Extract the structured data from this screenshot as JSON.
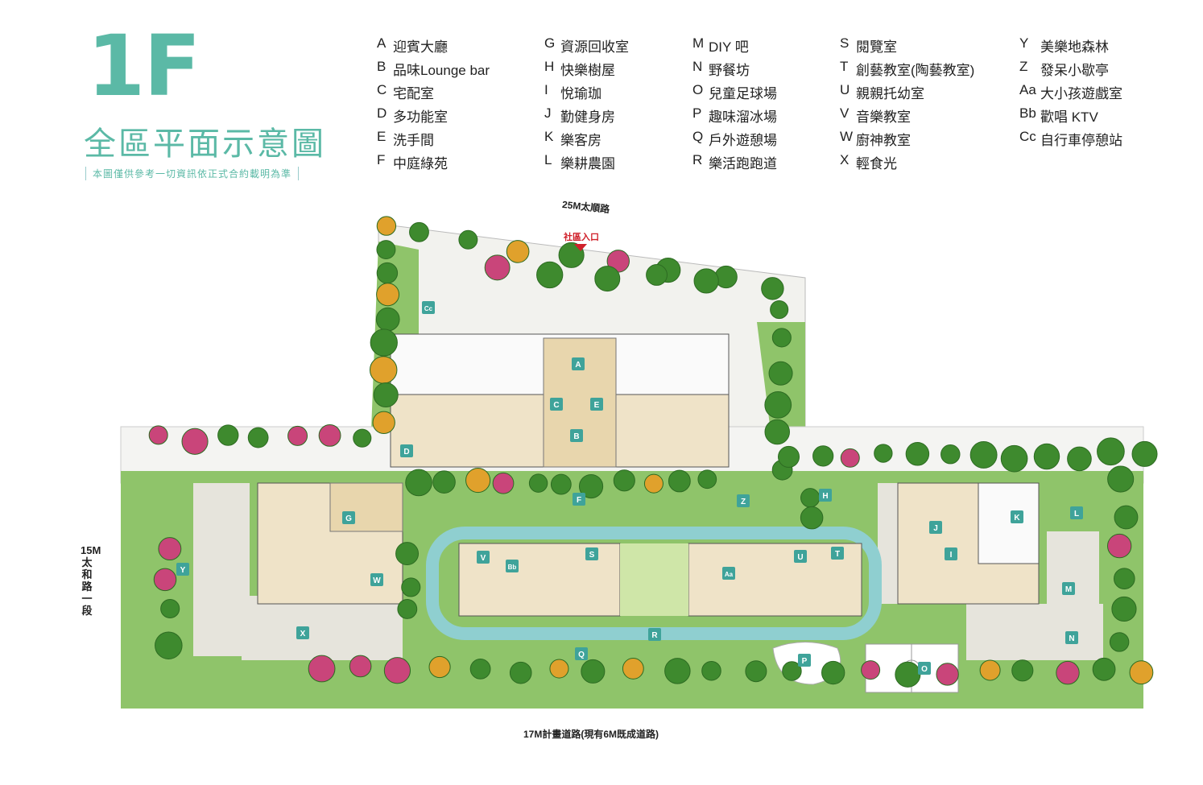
{
  "header": {
    "floor": "1F",
    "title": "全區平面示意圖",
    "disclaimer": "本圖僅供參考一切資訊依正式合約載明為準"
  },
  "legend": [
    [
      {
        "k": "A",
        "v": "迎賓大廳"
      },
      {
        "k": "B",
        "v": "品味Lounge bar"
      },
      {
        "k": "C",
        "v": "宅配室"
      },
      {
        "k": "D",
        "v": "多功能室"
      },
      {
        "k": "E",
        "v": "洗手間"
      },
      {
        "k": "F",
        "v": "中庭綠苑"
      }
    ],
    [
      {
        "k": "G",
        "v": "資源回收室"
      },
      {
        "k": "H",
        "v": "快樂樹屋"
      },
      {
        "k": "I",
        "v": "悅瑜珈"
      },
      {
        "k": "J",
        "v": "勤健身房"
      },
      {
        "k": "K",
        "v": "樂客房"
      },
      {
        "k": "L",
        "v": "樂耕農園"
      }
    ],
    [
      {
        "k": "M",
        "v": "DIY 吧"
      },
      {
        "k": "N",
        "v": "野餐坊"
      },
      {
        "k": "O",
        "v": "兒童足球場"
      },
      {
        "k": "P",
        "v": "趣味溜冰場"
      },
      {
        "k": "Q",
        "v": "戶外遊憩場"
      },
      {
        "k": "R",
        "v": "樂活跑跑道"
      }
    ],
    [
      {
        "k": "S",
        "v": "閱覽室"
      },
      {
        "k": "T",
        "v": "創藝教室(陶藝教室)"
      },
      {
        "k": "U",
        "v": "親親托幼室"
      },
      {
        "k": "V",
        "v": "音樂教室"
      },
      {
        "k": "W",
        "v": "廚神教室"
      },
      {
        "k": "X",
        "v": "輕食光"
      }
    ],
    [
      {
        "k": "Y",
        "v": "美樂地森林"
      },
      {
        "k": "Z",
        "v": "發呆小歇亭"
      },
      {
        "k": "Aa",
        "v": "大小孩遊戲室"
      },
      {
        "k": "Bb",
        "v": "歡唱 KTV"
      },
      {
        "k": "Cc",
        "v": "自行車停憩站"
      }
    ]
  ],
  "roads": {
    "north": "25M太順路",
    "entrance": "社區入口",
    "west": "15M太和路一段",
    "south": "17M計畫道路(現有6M既成道路)"
  },
  "colors": {
    "accent": "#5bb9a6",
    "marker": "#3fa39a",
    "lawn": "#8fc46a",
    "pool": "#8fcfd0",
    "building": "#efe3c8"
  }
}
